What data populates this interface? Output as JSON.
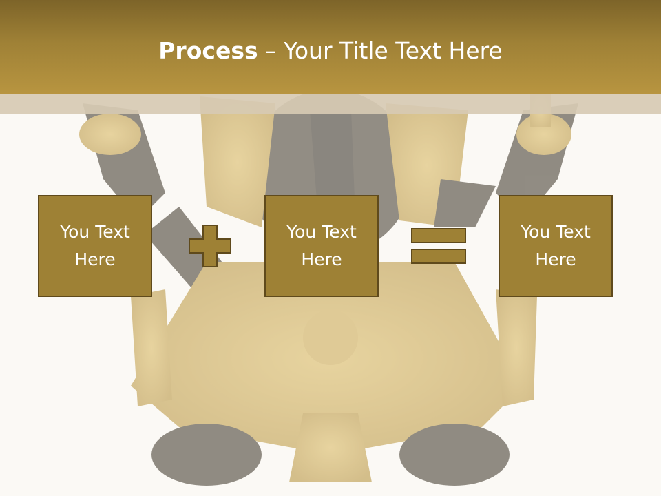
{
  "title": {
    "bold": "Process",
    "rest": " – Your Title Text Here"
  },
  "boxes": [
    {
      "text": "You Text Here"
    },
    {
      "text": "You Text Here"
    },
    {
      "text": "You Text Here"
    }
  ],
  "operators": [
    "plus-icon",
    "equals-icon"
  ],
  "colors": {
    "header": "#9f8136",
    "box_fill": "#9e8135",
    "box_border": "#5f4a1c",
    "text": "#ffffff"
  }
}
